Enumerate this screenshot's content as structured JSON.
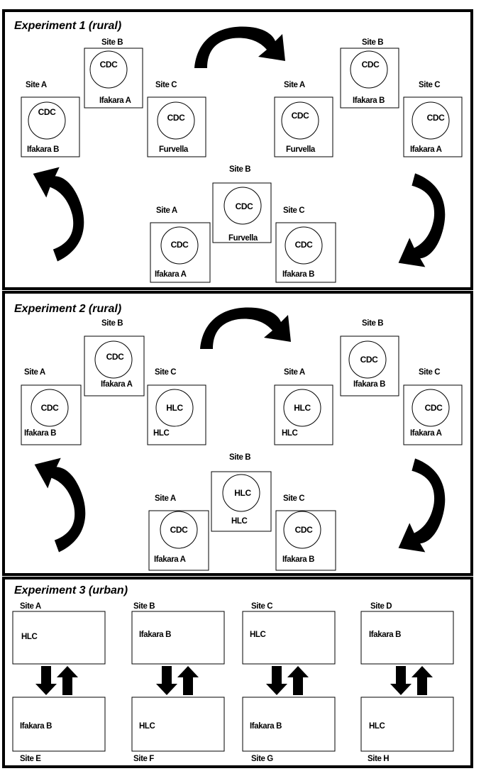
{
  "colors": {
    "ink": "#000000",
    "paper": "#ffffff"
  },
  "experiment1": {
    "title": "Experiment 1 (rural)",
    "group1": {
      "siteA": {
        "site": "Site A",
        "inner": "CDC",
        "label": "Ifakara B"
      },
      "siteB": {
        "site": "Site B",
        "inner": "CDC",
        "label": "Ifakara A"
      },
      "siteC": {
        "site": "Site C",
        "inner": "CDC",
        "label": "Furvella"
      }
    },
    "group2": {
      "siteA": {
        "site": "Site A",
        "inner": "CDC",
        "label": "Furvella"
      },
      "siteB": {
        "site": "Site B",
        "inner": "CDC",
        "label": "Ifakara B"
      },
      "siteC": {
        "site": "Site C",
        "inner": "CDC",
        "label": "Ifakara A"
      }
    },
    "group3": {
      "siteA": {
        "site": "Site A",
        "inner": "CDC",
        "label": "Ifakara A"
      },
      "siteB": {
        "site": "Site B",
        "inner": "CDC",
        "label": "Furvella"
      },
      "siteC": {
        "site": "Site C",
        "inner": "CDC",
        "label": "Ifakara B"
      }
    }
  },
  "experiment2": {
    "title": "Experiment 2 (rural)",
    "group1": {
      "siteA": {
        "site": "Site A",
        "inner": "CDC",
        "label": "Ifakara B"
      },
      "siteB": {
        "site": "Site B",
        "inner": "CDC",
        "label": "Ifakara A"
      },
      "siteC": {
        "site": "Site C",
        "inner": "HLC",
        "label": "HLC"
      }
    },
    "group2": {
      "siteA": {
        "site": "Site A",
        "inner": "HLC",
        "label": "HLC"
      },
      "siteB": {
        "site": "Site B",
        "inner": "CDC",
        "label": "Ifakara B"
      },
      "siteC": {
        "site": "Site C",
        "inner": "CDC",
        "label": "Ifakara A"
      }
    },
    "group3": {
      "siteA": {
        "site": "Site A",
        "inner": "CDC",
        "label": "Ifakara A"
      },
      "siteB": {
        "site": "Site B",
        "inner": "HLC",
        "label": "HLC"
      },
      "siteC": {
        "site": "Site C",
        "inner": "CDC",
        "label": "Ifakara B"
      }
    }
  },
  "experiment3": {
    "title": "Experiment 3 (urban)",
    "top": [
      {
        "site": "Site A",
        "label": "HLC"
      },
      {
        "site": "Site B",
        "label": "Ifakara B"
      },
      {
        "site": "Site C",
        "label": "HLC"
      },
      {
        "site": "Site D",
        "label": "Ifakara B"
      }
    ],
    "bottom": [
      {
        "site": "Site E",
        "label": "Ifakara B"
      },
      {
        "site": "Site F",
        "label": "HLC"
      },
      {
        "site": "Site G",
        "label": "Ifakara B"
      },
      {
        "site": "Site H",
        "label": "HLC"
      }
    ]
  }
}
